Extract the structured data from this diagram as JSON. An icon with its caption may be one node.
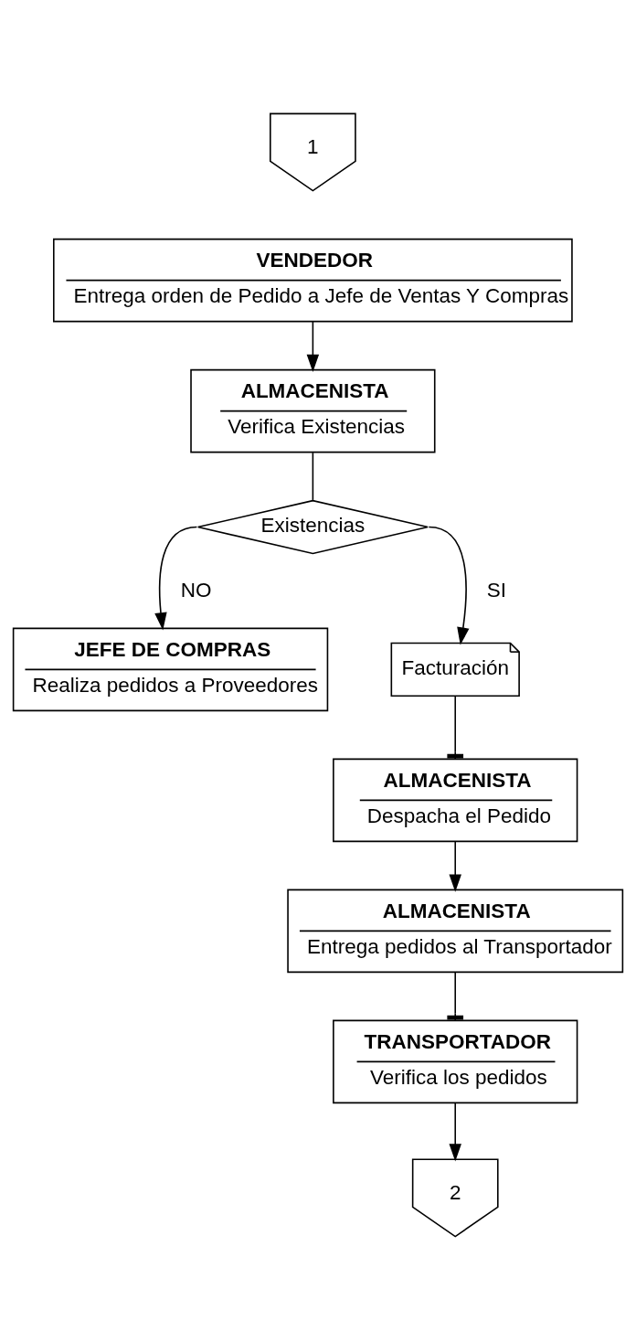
{
  "diagram": {
    "nodes": [
      {
        "text": [
          "1"
        ]
      },
      {
        "text": [
          "VENDEDOR",
          "Entrega orden de Pedido a Jefe de Ventas Y Compras"
        ]
      },
      {
        "text": [
          "ALMACENISTA",
          "Verifica Existencias"
        ]
      },
      {
        "text": [
          "Existencias"
        ]
      },
      {
        "text": [
          "JEFE DE COMPRAS",
          "Realiza pedidos a Proveedores"
        ]
      },
      {
        "text": [
          "Facturación"
        ]
      },
      {
        "text": [
          "ALMACENISTA",
          "Despacha el Pedido"
        ]
      },
      {
        "text": [
          "ALMACENISTA",
          "Entrega pedidos al Transportador"
        ]
      },
      {
        "text": [
          "TRANSPORTADOR",
          "Verifica los pedidos"
        ]
      },
      {
        "text": [
          "2"
        ]
      }
    ],
    "edges": [
      {
        "from": 1,
        "to": 2,
        "arrow": "to"
      },
      {
        "from": 2,
        "to": 3,
        "arrow": "none"
      },
      {
        "from": 3,
        "to": 4,
        "arrow": "to",
        "label": "NO"
      },
      {
        "from": 3,
        "to": 5,
        "arrow": "to",
        "label": "SI"
      },
      {
        "from": 5,
        "to": 6,
        "arrow": "other"
      },
      {
        "from": 6,
        "to": 7,
        "arrow": "to"
      },
      {
        "from": 7,
        "to": 8,
        "arrow": "other"
      },
      {
        "from": 8,
        "to": 9,
        "arrow": "to"
      }
    ]
  }
}
